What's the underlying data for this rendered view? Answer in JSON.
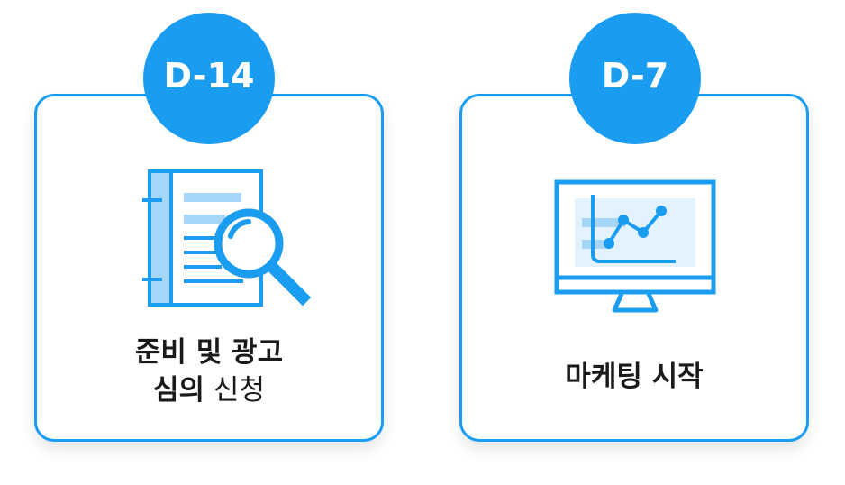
{
  "steps": [
    {
      "badge": "D-14",
      "icon": "document-search-icon",
      "caption_line1": "준비 및 광고",
      "caption_line2_bold": "심의",
      "caption_line2_normal": "신청"
    },
    {
      "badge": "D-7",
      "icon": "monitor-chart-icon",
      "caption": "마케팅 시작"
    }
  ],
  "colors": {
    "accent": "#1a9cf0",
    "accent_light": "#a6d6f7",
    "accent_pale": "#e3f3fd",
    "text": "#1a1a1a",
    "background": "#ffffff"
  }
}
